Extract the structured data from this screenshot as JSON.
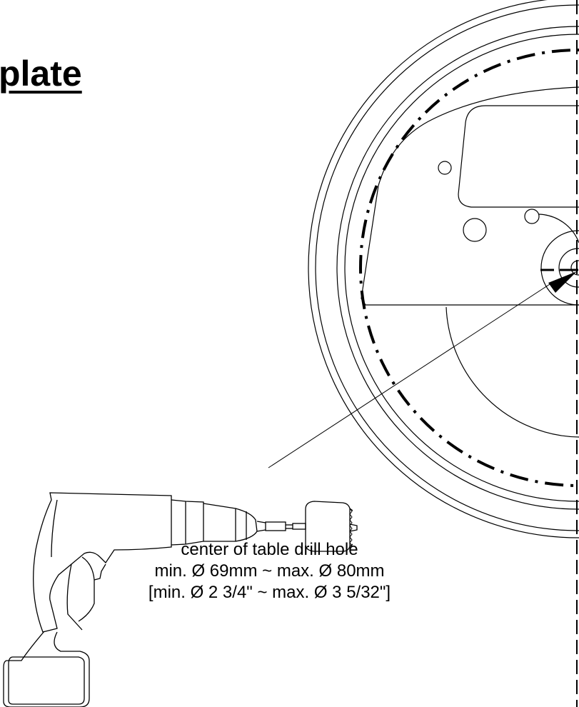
{
  "header": {
    "title": "plate"
  },
  "caption": {
    "line1": "center of table drill hole",
    "line2": "min. Ø 69mm ~ max. Ø 80mm",
    "line3": "[min. Ø 2 3/4\" ~ max. Ø 3 5/32\"]"
  },
  "colors": {
    "line": "#000000",
    "background": "#ffffff"
  }
}
